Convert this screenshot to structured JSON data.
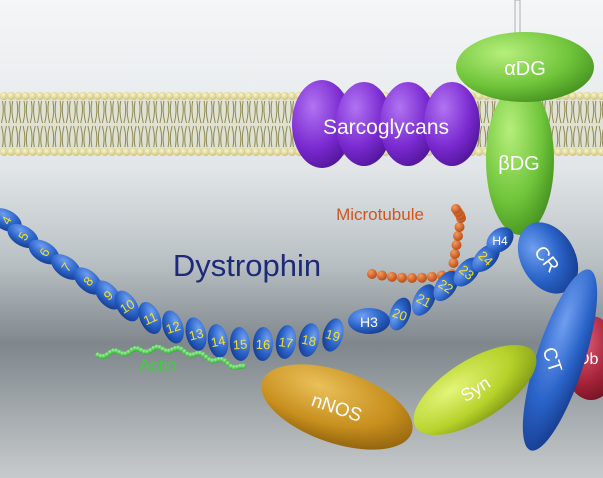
{
  "labels": {
    "alpha_dg": "αDG",
    "sarcoglycans": "Sarcoglycans",
    "beta_dg": "βDG",
    "microtubule": "Microtubule",
    "dystrophin": "Dystrophin",
    "h4": "H4",
    "cr": "CR",
    "h3": "H3",
    "actin": "Actin",
    "nnos": "nNOS",
    "syn": "Syn",
    "ct": "CT",
    "db": "Db"
  },
  "spectrin_repeats": [
    "4",
    "5",
    "6",
    "7",
    "8",
    "9",
    "10",
    "11",
    "12",
    "13",
    "14",
    "15",
    "16",
    "17",
    "18",
    "19",
    "20",
    "21",
    "22",
    "23",
    "24"
  ],
  "colors": {
    "blue_repeat": "#2a63c8",
    "repeat_number": "#f2e22a",
    "sarcoglycan": "#7a2ad0",
    "dg_green": "#6fc43a",
    "nnos": "#c8901e",
    "syn": "#b6d22a",
    "db": "#a8243a",
    "microtubule": "#d2561e",
    "actin": "#3fcf3f",
    "dystrophin_text": "#1e2a78"
  }
}
